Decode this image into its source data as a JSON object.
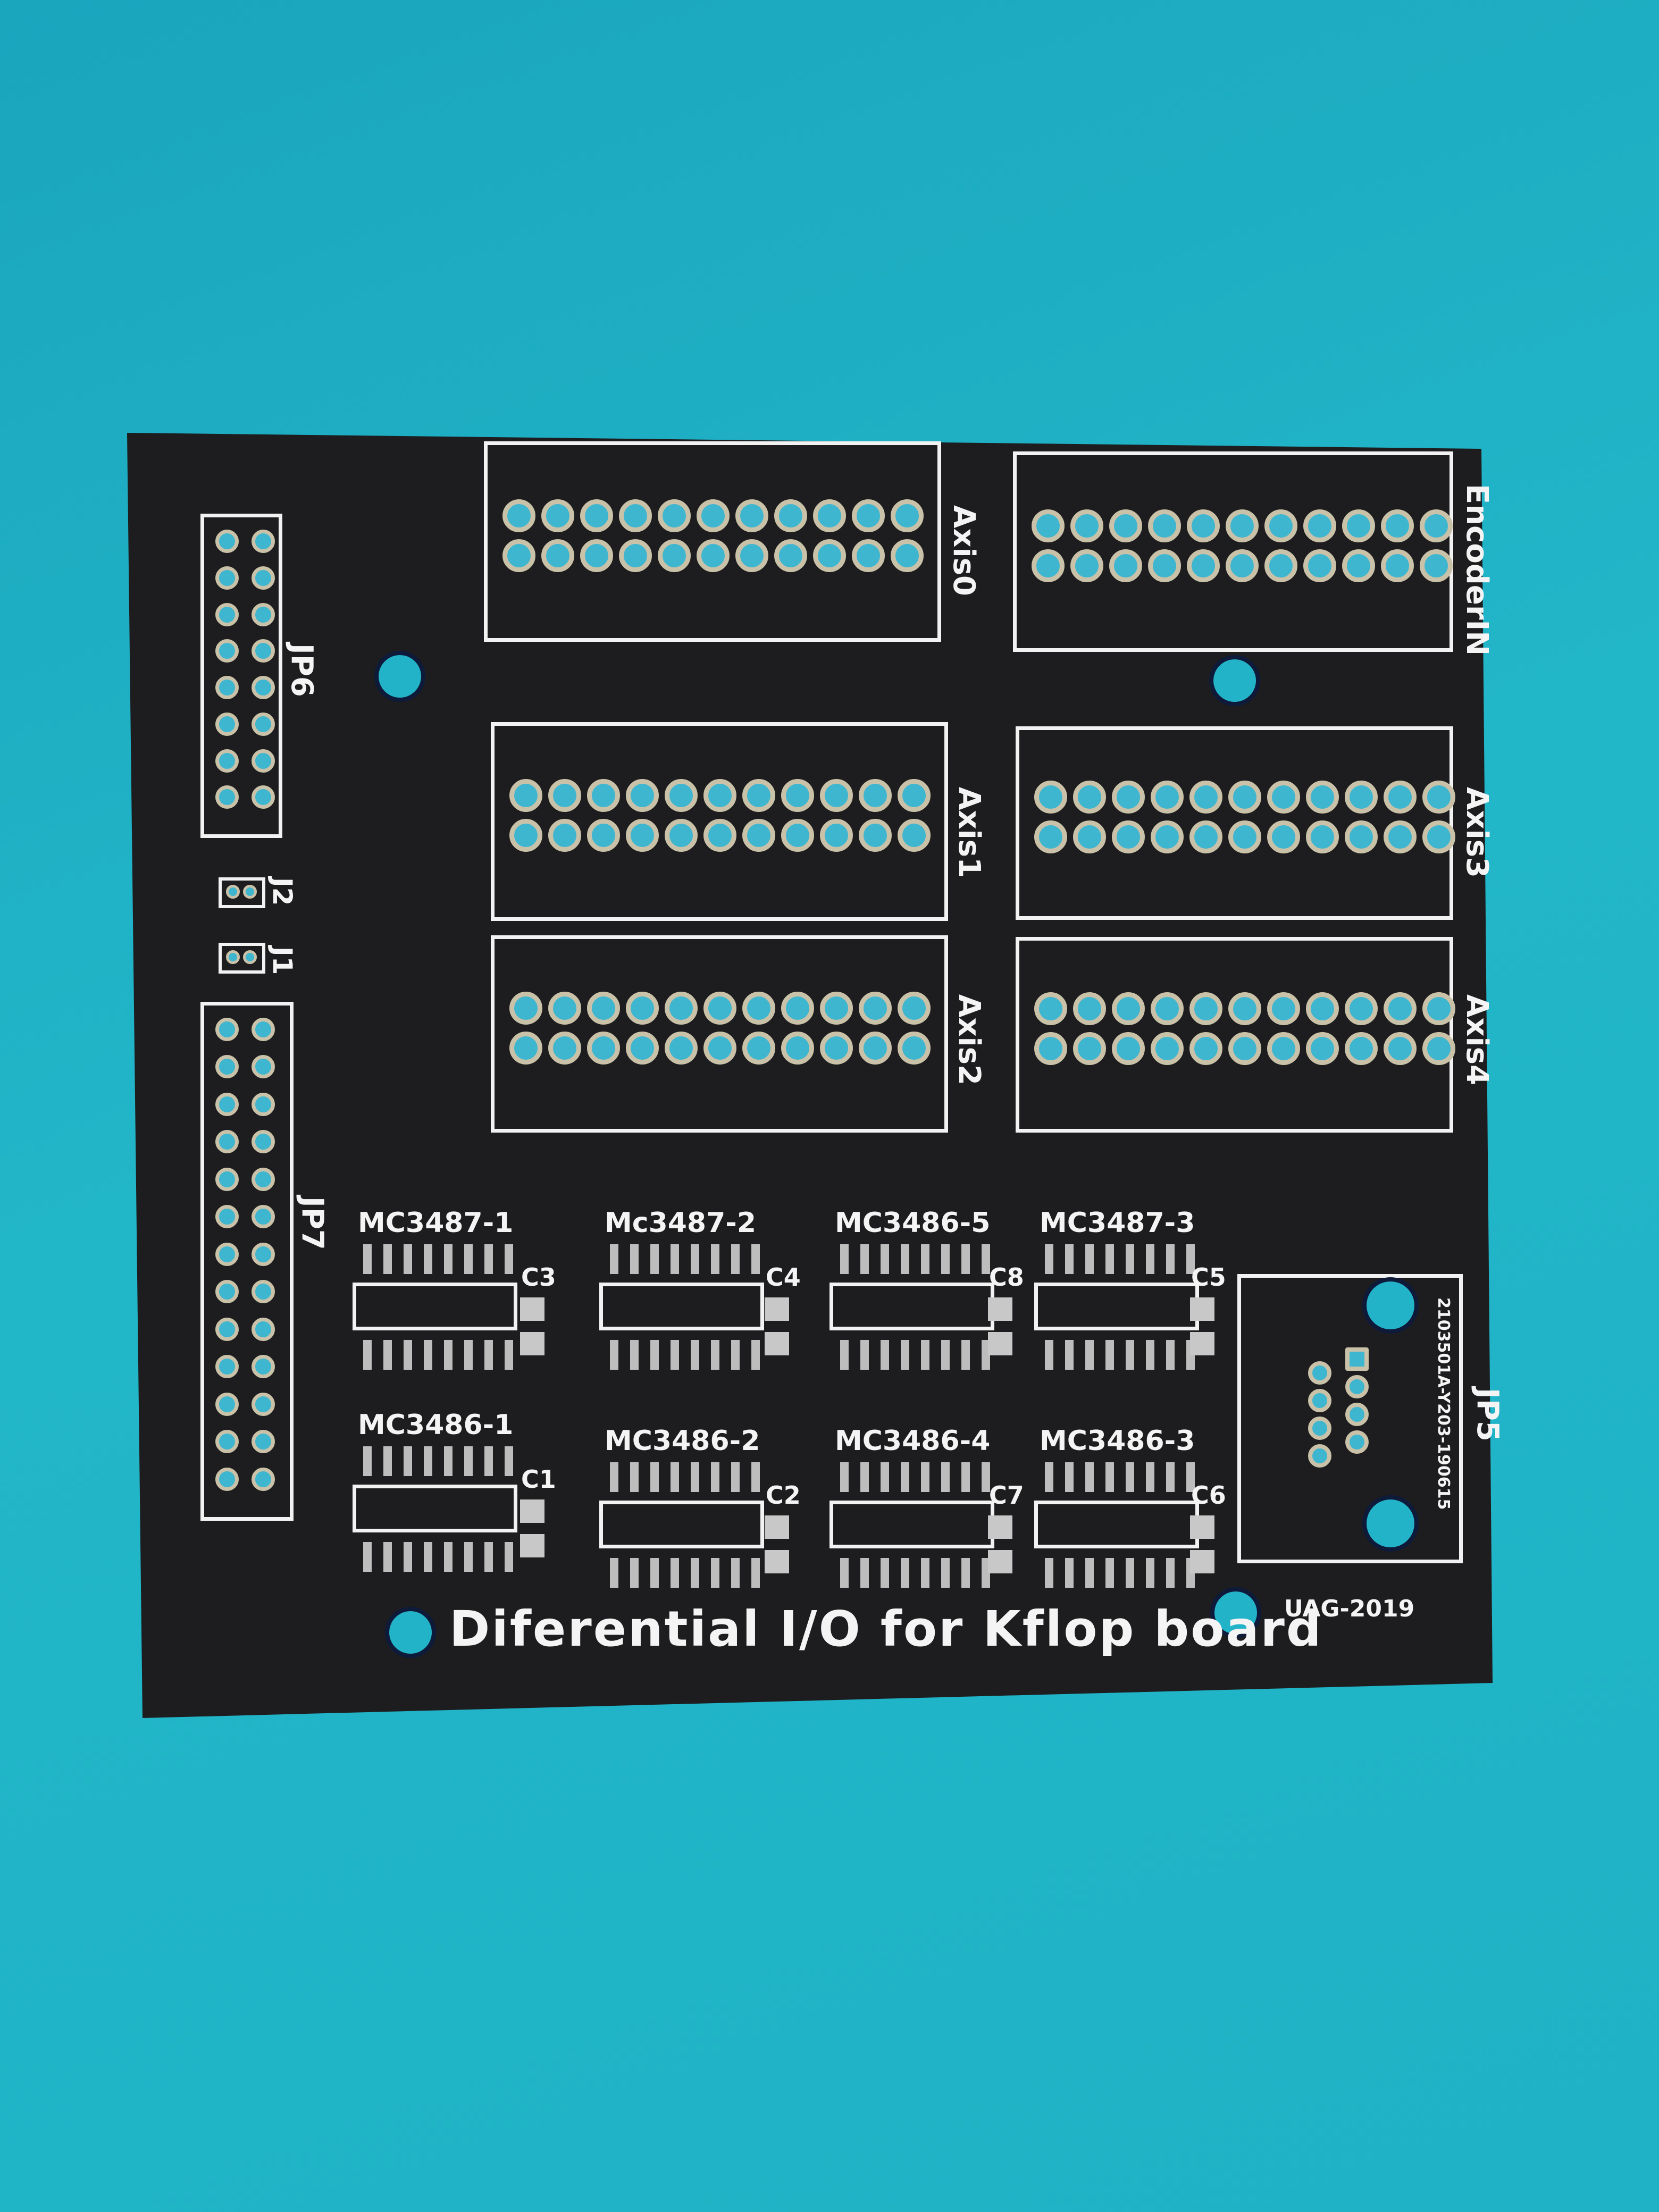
{
  "board": {
    "title": "Diferential I/O for Kflop board",
    "year_mark": "UAG-2019",
    "serial": "2103501A-Y203-190615",
    "colors": {
      "background": "#1fb0c4",
      "soldermask": "#1d1d1f",
      "silkscreen": "#f2f2f2",
      "pad": "#c9c1a8"
    }
  },
  "connectors": {
    "axis0": "Axis0",
    "encoder": "EncoderIN",
    "axis1": "Axis1",
    "axis3": "Axis3",
    "axis2": "Axis2",
    "axis4": "Axis4",
    "jp6": "JP6",
    "jp7": "JP7",
    "jp5": "JP5",
    "j1": "J1",
    "j2": "J2"
  },
  "chips": {
    "top": [
      {
        "name": "MC3487-1",
        "cap": "C3"
      },
      {
        "name": "Mc3487-2",
        "cap": "C4"
      },
      {
        "name": "MC3486-5",
        "cap": "C8"
      },
      {
        "name": "MC3487-3",
        "cap": "C5"
      }
    ],
    "bottom": [
      {
        "name": "MC3486-1",
        "cap": "C1"
      },
      {
        "name": "MC3486-2",
        "cap": "C2"
      },
      {
        "name": "MC3486-4",
        "cap": "C7"
      },
      {
        "name": "MC3486-3",
        "cap": "C6"
      }
    ]
  }
}
